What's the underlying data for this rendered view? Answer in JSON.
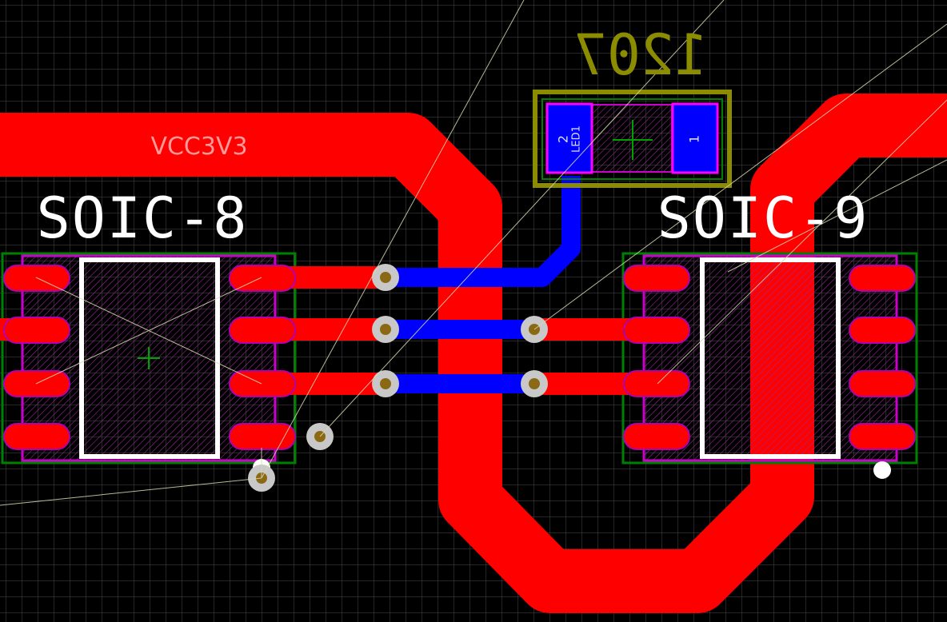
{
  "board": {
    "net_label": "VCC3V3",
    "components": [
      {
        "name": "SOIC-8",
        "silk_label": "SOIC-8"
      },
      {
        "name": "SOIC-9",
        "silk_label": "SOIC-9"
      },
      {
        "name": "LED1",
        "package_label": "1207",
        "reference": "LED1",
        "pad_1_label": "1",
        "pad_2_label": "2"
      }
    ]
  },
  "colors": {
    "background": "#000000",
    "grid": "#4a4a4a",
    "top_copper": "#ff0000",
    "bottom_copper": "#0000ff",
    "pad_outline": "#ff00ff",
    "courtyard": "#008000",
    "silkscreen": "#ffffff",
    "package_outline": "#8c8c00",
    "via_ring": "#c8c8c8",
    "via_hole": "#8b6914",
    "ratsnest": "#d8d8b0"
  }
}
